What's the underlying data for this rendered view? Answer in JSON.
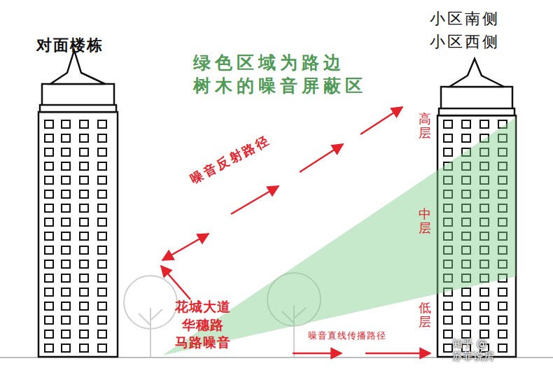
{
  "diagram": {
    "labels": [
      "对面楼栋",
      "小区南侧 小区西侧",
      "绿色区域为路边 树木的噪音屏蔽区",
      "噪音反射路径",
      "高层",
      "中层",
      "低层",
      "花城大道 华穗路 马路噪音",
      "噪音直线传播路径",
      "知乎 @苏菲说房"
    ]
  }
}
